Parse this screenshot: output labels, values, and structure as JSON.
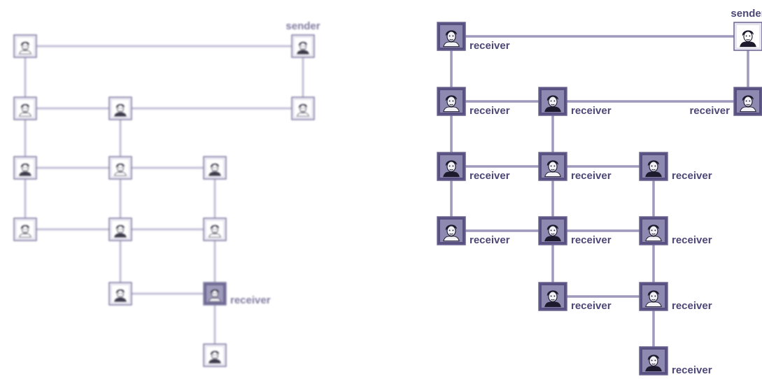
{
  "labels": {
    "sender": "sender",
    "receiver": "receiver"
  },
  "colors": {
    "line_left": "#b9b6cf",
    "line_right": "#9e99bd",
    "frame": "#6b6592",
    "tile_light": "#e6e4ef",
    "tile_dark": "#575081",
    "ink": "#1c1a2c"
  },
  "left_panel": {
    "nodes": [
      {
        "id": "a0",
        "role": "none",
        "state": "light"
      },
      {
        "id": "s",
        "role": "sender",
        "state": "light"
      },
      {
        "id": "a1",
        "role": "none",
        "state": "light"
      },
      {
        "id": "b1",
        "role": "none",
        "state": "light"
      },
      {
        "id": "s1",
        "role": "none",
        "state": "light"
      },
      {
        "id": "a2",
        "role": "none",
        "state": "light"
      },
      {
        "id": "b2",
        "role": "none",
        "state": "light"
      },
      {
        "id": "c2",
        "role": "none",
        "state": "light"
      },
      {
        "id": "a3",
        "role": "none",
        "state": "light"
      },
      {
        "id": "b3",
        "role": "none",
        "state": "light"
      },
      {
        "id": "c3",
        "role": "none",
        "state": "light"
      },
      {
        "id": "b4",
        "role": "none",
        "state": "light"
      },
      {
        "id": "c4",
        "role": "receiver",
        "state": "dark"
      },
      {
        "id": "c5",
        "role": "none",
        "state": "light"
      }
    ]
  },
  "right_panel": {
    "nodes": [
      {
        "id": "a0",
        "role": "receiver",
        "state": "dark"
      },
      {
        "id": "s",
        "role": "sender",
        "state": "light"
      },
      {
        "id": "a1",
        "role": "receiver",
        "state": "dark"
      },
      {
        "id": "b1",
        "role": "receiver",
        "state": "dark"
      },
      {
        "id": "s1",
        "role": "receiver",
        "state": "dark"
      },
      {
        "id": "a2",
        "role": "receiver",
        "state": "dark"
      },
      {
        "id": "b2",
        "role": "receiver",
        "state": "dark"
      },
      {
        "id": "c2",
        "role": "receiver",
        "state": "dark"
      },
      {
        "id": "a3",
        "role": "receiver",
        "state": "dark"
      },
      {
        "id": "b3",
        "role": "receiver",
        "state": "dark"
      },
      {
        "id": "c3",
        "role": "receiver",
        "state": "dark"
      },
      {
        "id": "b4",
        "role": "receiver",
        "state": "dark"
      },
      {
        "id": "c4",
        "role": "receiver",
        "state": "dark"
      },
      {
        "id": "c5",
        "role": "receiver",
        "state": "dark"
      }
    ]
  },
  "edges": [
    [
      "a0",
      "s"
    ],
    [
      "s",
      "s1"
    ],
    [
      "a0",
      "a1"
    ],
    [
      "a1",
      "b1"
    ],
    [
      "b1",
      "s1"
    ],
    [
      "a1",
      "a2"
    ],
    [
      "b1",
      "b2"
    ],
    [
      "a2",
      "b2"
    ],
    [
      "b2",
      "c2"
    ],
    [
      "a2",
      "a3"
    ],
    [
      "b2",
      "b3"
    ],
    [
      "c2",
      "c3"
    ],
    [
      "a3",
      "b3"
    ],
    [
      "b3",
      "c3"
    ],
    [
      "b3",
      "b4"
    ],
    [
      "c3",
      "c4"
    ],
    [
      "b4",
      "c4"
    ],
    [
      "c4",
      "c5"
    ]
  ]
}
